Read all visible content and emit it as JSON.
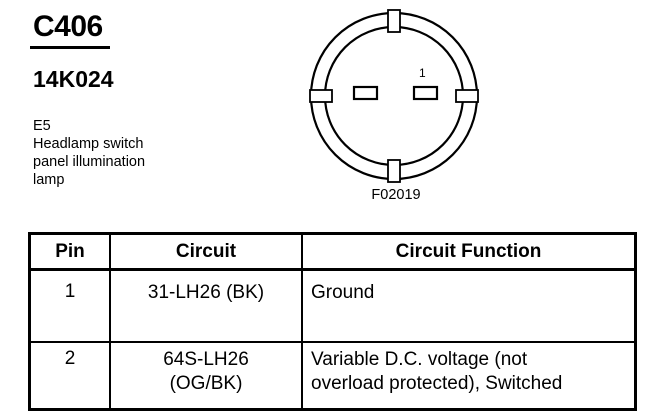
{
  "connector": {
    "id": "C406",
    "part_number": "14K024",
    "location_code": "E5",
    "description_lines": [
      "Headlamp switch",
      "panel illumination",
      "lamp"
    ]
  },
  "diagram": {
    "pin_label": "1",
    "figure_label": "F02019"
  },
  "table": {
    "headers": [
      "Pin",
      "Circuit",
      "Circuit Function"
    ],
    "rows": [
      {
        "pin": "1",
        "circuit": [
          "31-LH26 (BK)"
        ],
        "function": [
          "Ground"
        ]
      },
      {
        "pin": "2",
        "circuit": [
          "64S-LH26",
          "(OG/BK)"
        ],
        "function": [
          "Variable D.C. voltage (not",
          "overload protected), Switched"
        ]
      }
    ]
  }
}
